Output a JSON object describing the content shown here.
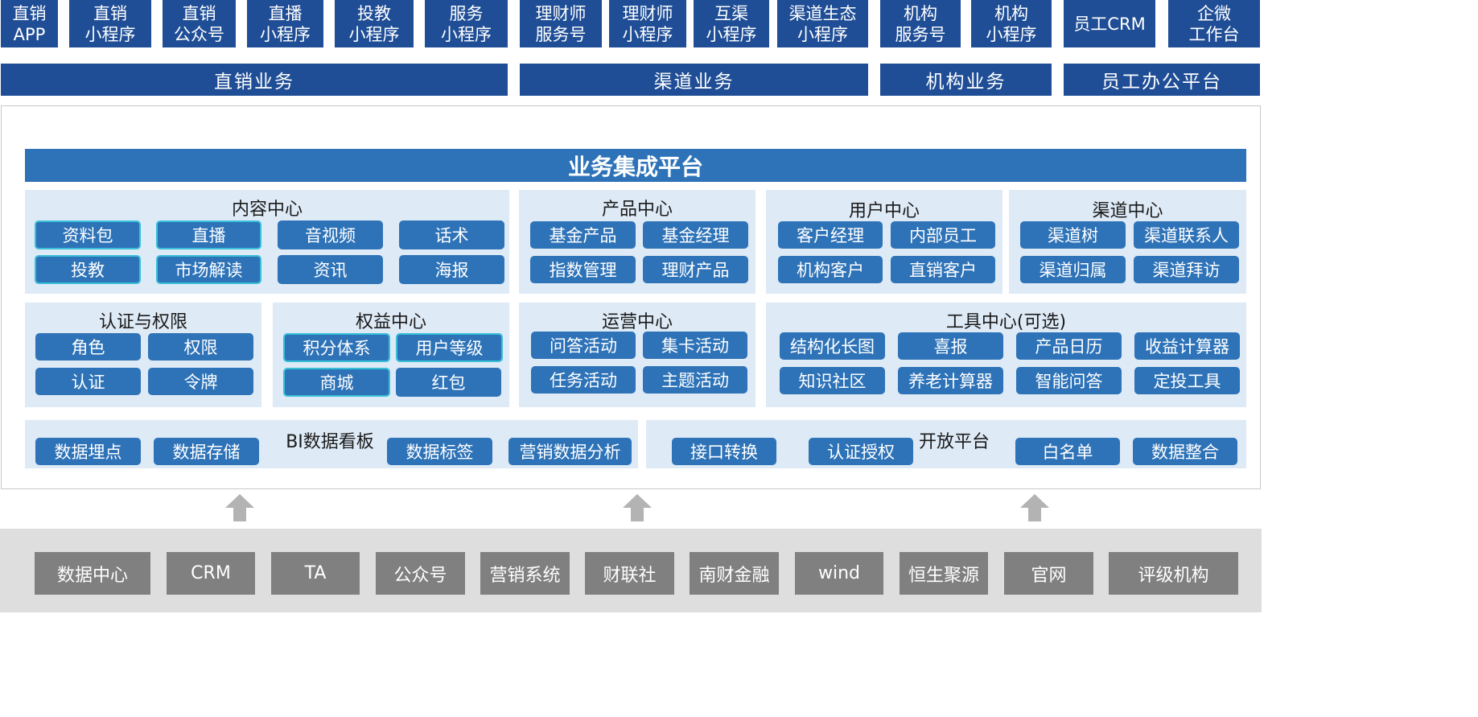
{
  "top_apps": [
    {
      "label": "直销\nAPP"
    },
    {
      "label": "直销\n小程序"
    },
    {
      "label": "直销\n公众号"
    },
    {
      "label": "直播\n小程序"
    },
    {
      "label": "投教\n小程序"
    },
    {
      "label": "服务\n小程序"
    },
    {
      "label": "理财师\n服务号"
    },
    {
      "label": "理财师\n小程序"
    },
    {
      "label": "互渠\n小程序"
    },
    {
      "label": "渠道生态\n小程序"
    },
    {
      "label": "机构\n服务号"
    },
    {
      "label": "机构\n小程序"
    },
    {
      "label": "员工CRM"
    },
    {
      "label": "企微\n工作台"
    }
  ],
  "categories": [
    {
      "label": "直销业务"
    },
    {
      "label": "渠道业务"
    },
    {
      "label": "机构业务"
    },
    {
      "label": "员工办公平台"
    }
  ],
  "platform": {
    "title": "业务集成平台",
    "content_center": {
      "title": "内容中心",
      "items": [
        "资料包",
        "直播",
        "音视频",
        "话术",
        "投教",
        "市场解读",
        "资讯",
        "海报"
      ]
    },
    "product_center": {
      "title": "产品中心",
      "items": [
        "基金产品",
        "基金经理",
        "指数管理",
        "理财产品"
      ]
    },
    "user_center": {
      "title": "用户中心",
      "items": [
        "客户经理",
        "内部员工",
        "机构客户",
        "直销客户"
      ]
    },
    "channel_center": {
      "title": "渠道中心",
      "items": [
        "渠道树",
        "渠道联系人",
        "渠道归属",
        "渠道拜访"
      ]
    },
    "auth_center": {
      "title": "认证与权限",
      "items": [
        "角色",
        "权限",
        "认证",
        "令牌"
      ]
    },
    "rights_center": {
      "title": "权益中心",
      "items": [
        "积分体系",
        "用户等级",
        "商城",
        "红包"
      ]
    },
    "ops_center": {
      "title": "运营中心",
      "items": [
        "问答活动",
        "集卡活动",
        "任务活动",
        "主题活动"
      ]
    },
    "tools_center": {
      "title": "工具中心(可选)",
      "items": [
        "结构化长图",
        "喜报",
        "产品日历",
        "收益计算器",
        "知识社区",
        "养老计算器",
        "智能问答",
        "定投工具"
      ]
    },
    "bi_board": {
      "title": "BI数据看板",
      "items": [
        "数据埋点",
        "数据存储",
        "数据标签",
        "营销数据分析"
      ]
    },
    "open_platform": {
      "title": "开放平台",
      "items": [
        "接口转换",
        "认证授权",
        "白名单",
        "数据整合"
      ]
    }
  },
  "data_sources": [
    "数据中心",
    "CRM",
    "TA",
    "公众号",
    "营销系统",
    "财联社",
    "南财金融",
    "wind",
    "恒生聚源",
    "官网",
    "评级机构"
  ],
  "colors": {
    "dark_blue": "#1f4e96",
    "mid_blue": "#2e73b8",
    "panel_bg": "#deeaf6",
    "highlight": "#38c0d8",
    "gray": "#808080",
    "arrow": "#b3b3b3"
  }
}
